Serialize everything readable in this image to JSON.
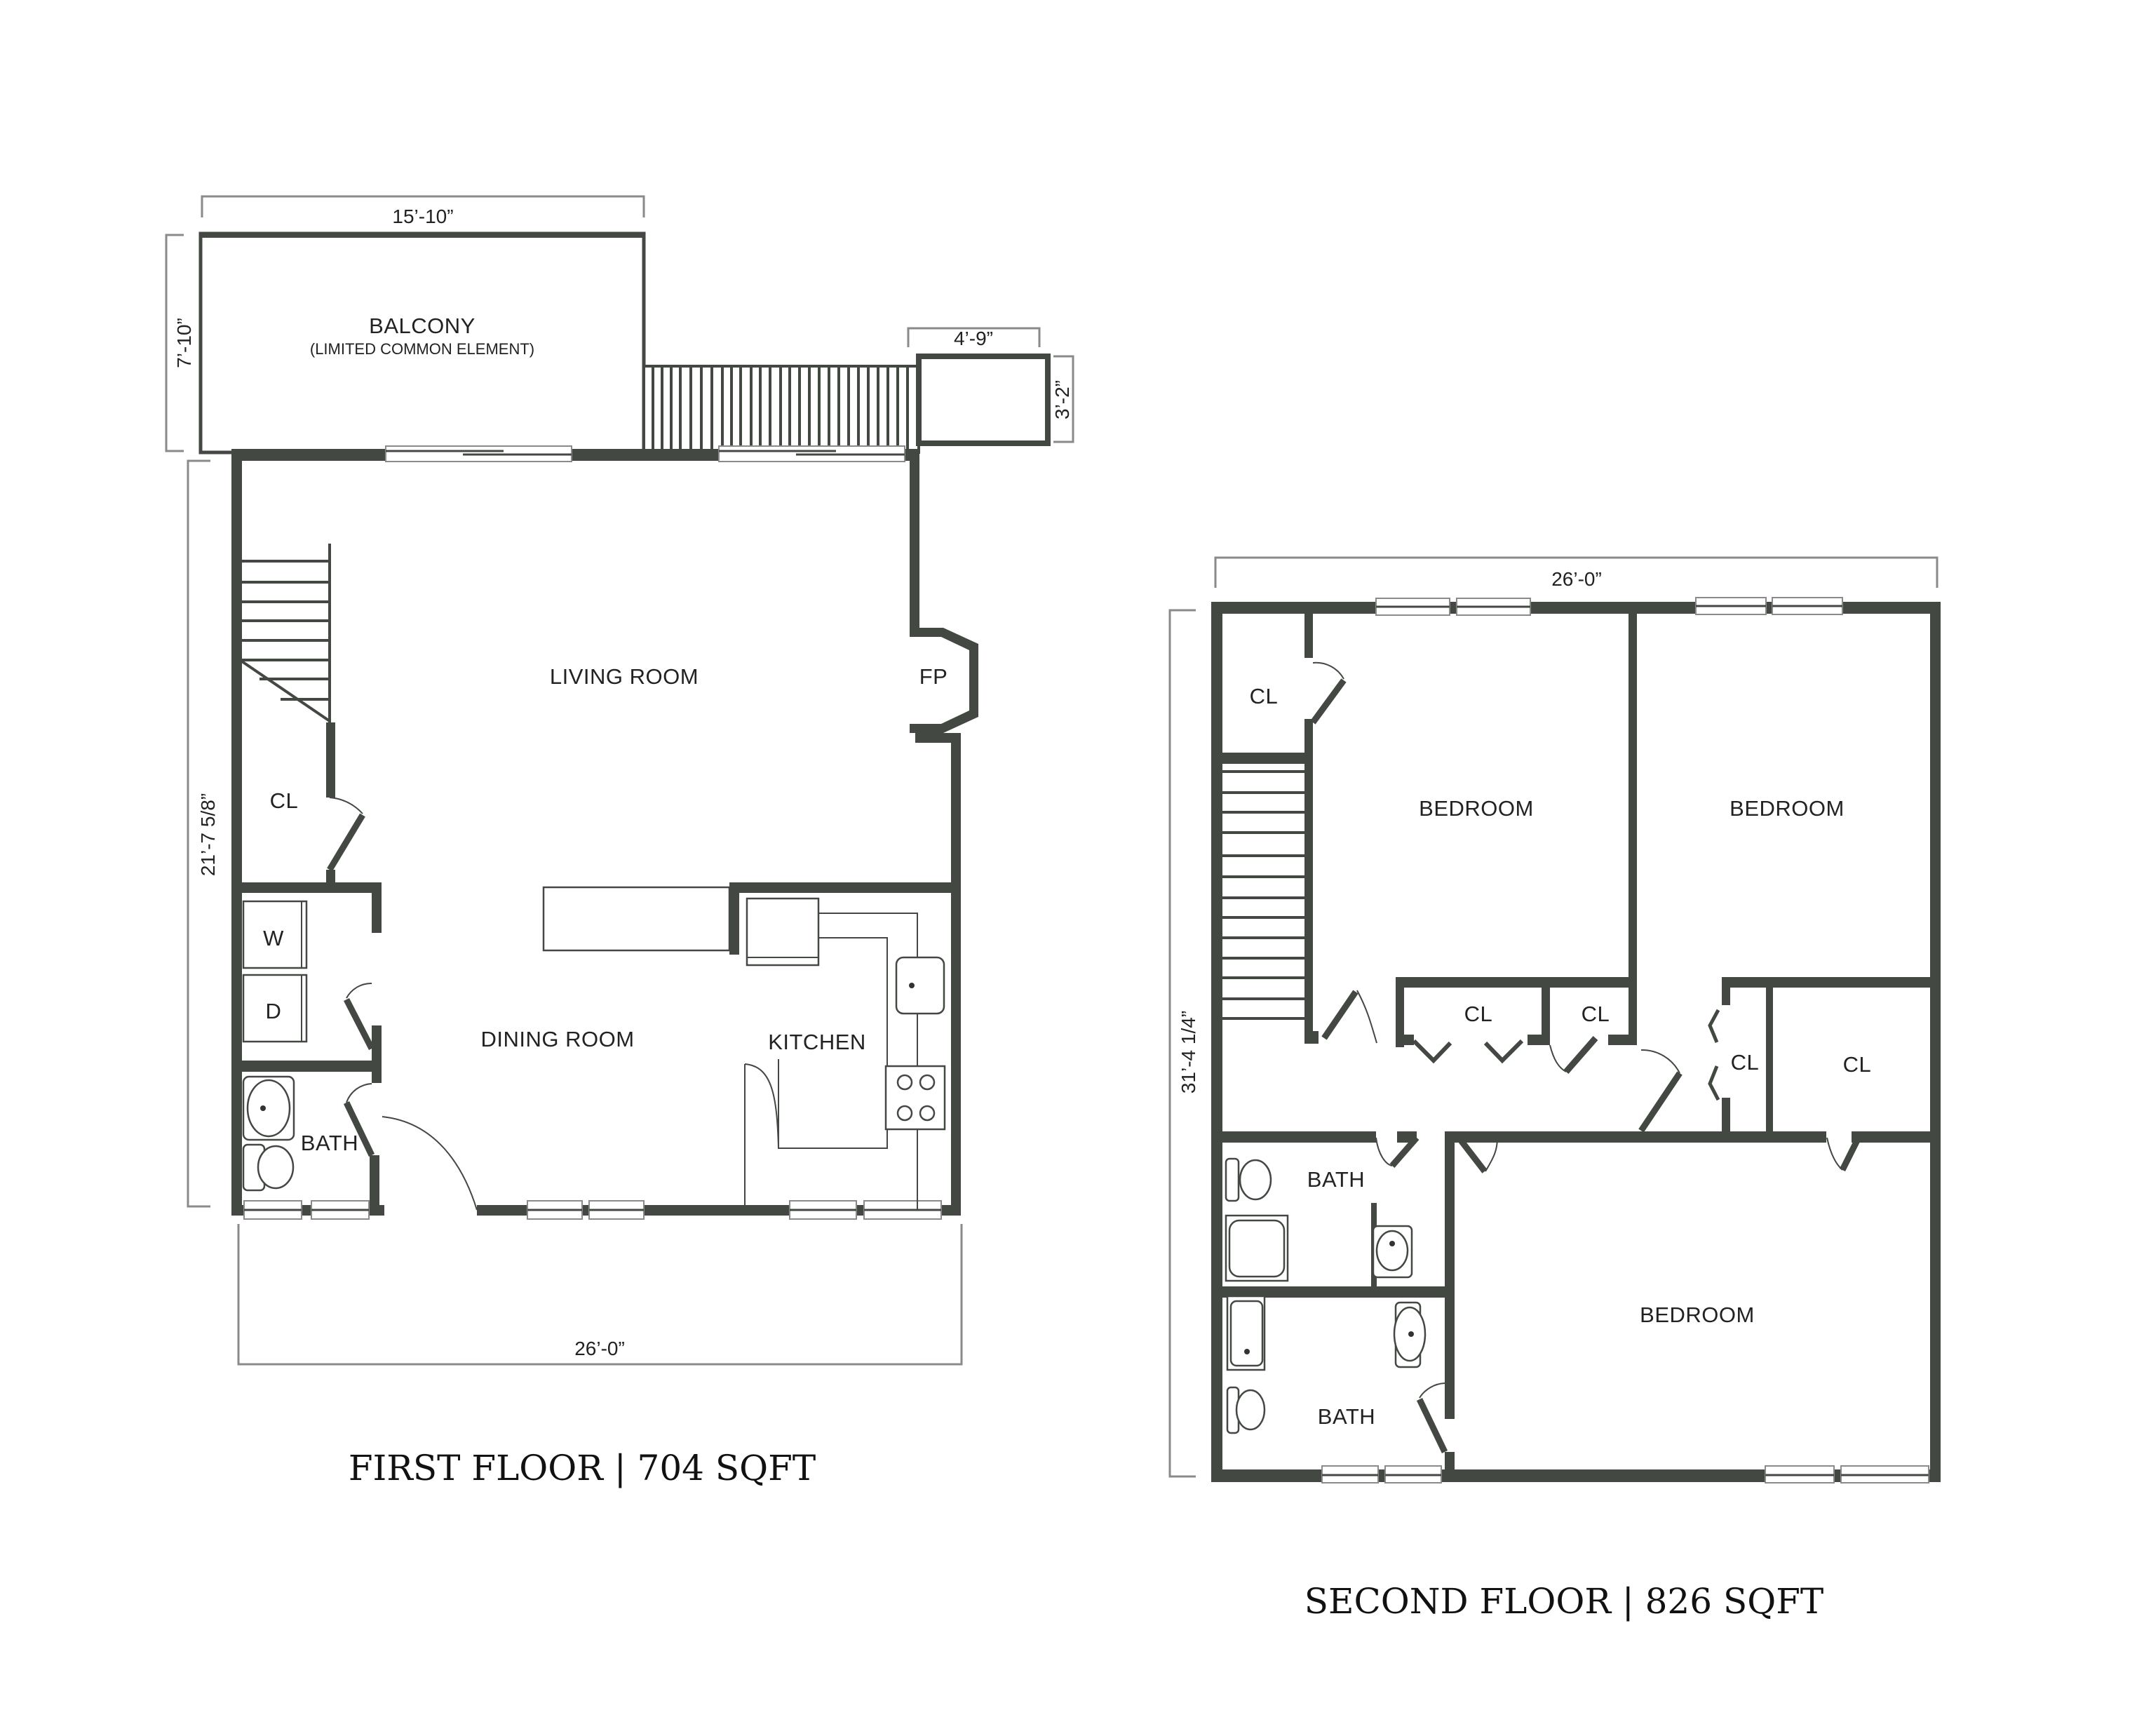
{
  "first_floor": {
    "title": "FIRST FLOOR | 704 SQFT",
    "rooms": {
      "balcony": "BALCONY",
      "balcony_note": "(LIMITED COMMON ELEMENT)",
      "living_room": "LIVING ROOM",
      "fireplace": "FP",
      "closet": "CL",
      "washer": "W",
      "dryer": "D",
      "bath": "BATH",
      "dining_room": "DINING ROOM",
      "kitchen": "KITCHEN"
    },
    "dimensions": {
      "balcony_width": "15’-10”",
      "balcony_depth": "7’-10”",
      "landing_width": "4’-9”",
      "landing_depth": "3’-2”",
      "overall_width": "26’-0”",
      "overall_depth": "21’-7 5/8”"
    }
  },
  "second_floor": {
    "title": "SECOND FLOOR | 826 SQFT",
    "rooms": {
      "closet_top_left": "CL",
      "bedroom_1": "BEDROOM",
      "bedroom_2": "BEDROOM",
      "closet_hall_1": "CL",
      "closet_hall_2": "CL",
      "closet_hall_3": "CL",
      "closet_bedroom_2": "CL",
      "bath_1": "BATH",
      "bath_2": "BATH",
      "bedroom_3": "BEDROOM"
    },
    "dimensions": {
      "overall_width": "26’-0”",
      "overall_depth": "31’-4 1/4”"
    }
  },
  "colors": {
    "wall": "#434843",
    "dimension_line": "#8a8a8a",
    "background": "#ffffff"
  }
}
